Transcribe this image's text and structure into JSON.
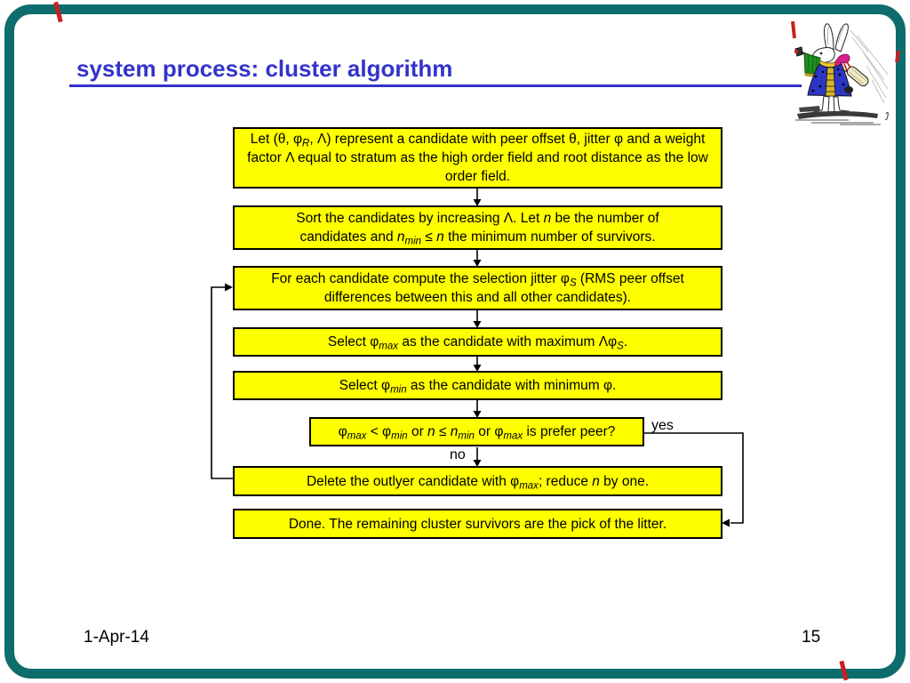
{
  "slide": {
    "title": "system process: cluster algorithm",
    "footer": {
      "date": "1-Apr-14",
      "page_number": "15"
    }
  },
  "colors": {
    "title_blue": "#3333CC",
    "box_fill": "#FFFF00",
    "box_border": "#000000",
    "frame_teal": "#0E6C6C",
    "tick_red": "#C92020",
    "background": "#FFFFFF"
  },
  "icons": {
    "rabbit": "white-rabbit-herald-illustration"
  },
  "flowchart": {
    "labels": {
      "yes": "yes",
      "no": "no"
    },
    "boxes": [
      {
        "name": "define-candidate",
        "text": "Let (θ, φR, Λ) represent a candidate with peer offset θ, jitter φ and a weight factor Λ equal to stratum as the high order field and root distance as the low order field.",
        "segments": [
          {
            "t": "Let (θ, φ",
            "style": "n"
          },
          {
            "t": "R",
            "style": "subi"
          },
          {
            "t": ", Λ) represent a candidate with peer offset θ, jitter φ and a weight factor Λ equal to stratum as the high order field and root distance as the low order field.",
            "style": "n"
          }
        ]
      },
      {
        "name": "sort-candidates",
        "text": "Sort the candidates by increasing Λ. Let n be the number of candidates and nmin ≤ n the minimum number of survivors.",
        "segments": [
          {
            "t": "Sort the candidates by increasing Λ. Let ",
            "style": "n"
          },
          {
            "t": "n",
            "style": "i"
          },
          {
            "t": " be the number of candidates and ",
            "style": "n"
          },
          {
            "t": "n",
            "style": "i"
          },
          {
            "t": "min",
            "style": "subi"
          },
          {
            "t": " ≤ ",
            "style": "n"
          },
          {
            "t": "n",
            "style": "i"
          },
          {
            "t": " the minimum number of survivors.",
            "style": "n"
          }
        ]
      },
      {
        "name": "compute-selection-jitter",
        "text": "For each candidate compute the selection jitter φS (RMS peer offset differences between this and all other candidates).",
        "segments": [
          {
            "t": "For each candidate compute the selection jitter φ",
            "style": "n"
          },
          {
            "t": "S",
            "style": "subi"
          },
          {
            "t": " (RMS peer offset differences between this and all other candidates).",
            "style": "n"
          }
        ]
      },
      {
        "name": "select-phi-max",
        "text": "Select φmax as the candidate with maximum ΛφS.",
        "segments": [
          {
            "t": "Select φ",
            "style": "n"
          },
          {
            "t": "max",
            "style": "subi"
          },
          {
            "t": " as the candidate with maximum Λφ",
            "style": "n"
          },
          {
            "t": "S",
            "style": "subi"
          },
          {
            "t": ".",
            "style": "n"
          }
        ]
      },
      {
        "name": "select-phi-min",
        "text": "Select φmin as the candidate with minimum φ.",
        "segments": [
          {
            "t": "Select φ",
            "style": "n"
          },
          {
            "t": "min",
            "style": "subi"
          },
          {
            "t": " as the candidate with minimum φ.",
            "style": "n"
          }
        ]
      },
      {
        "name": "termination-decision",
        "text": "φmax < φmin or n ≤ nmin or φmax is prefer peer?",
        "segments": [
          {
            "t": "φ",
            "style": "n"
          },
          {
            "t": "max",
            "style": "subi"
          },
          {
            "t": " < φ",
            "style": "n"
          },
          {
            "t": "min",
            "style": "subi"
          },
          {
            "t": " or ",
            "style": "n"
          },
          {
            "t": "n",
            "style": "i"
          },
          {
            "t": " ≤ ",
            "style": "n"
          },
          {
            "t": "n",
            "style": "i"
          },
          {
            "t": "min",
            "style": "subi"
          },
          {
            "t": " or φ",
            "style": "n"
          },
          {
            "t": "max",
            "style": "subi"
          },
          {
            "t": " is prefer peer?",
            "style": "n"
          }
        ]
      },
      {
        "name": "delete-outlier",
        "text": "Delete the outlyer candidate with φmax; reduce n by one.",
        "segments": [
          {
            "t": "Delete the outlyer candidate with φ",
            "style": "n"
          },
          {
            "t": "max",
            "style": "subi"
          },
          {
            "t": "; reduce ",
            "style": "n"
          },
          {
            "t": "n",
            "style": "i"
          },
          {
            "t": " by one.",
            "style": "n"
          }
        ]
      },
      {
        "name": "done",
        "text": "Done. The remaining cluster survivors are the pick of the litter.",
        "segments": [
          {
            "t": "Done. The remaining cluster survivors are the pick of the litter.",
            "style": "n"
          }
        ]
      }
    ]
  }
}
